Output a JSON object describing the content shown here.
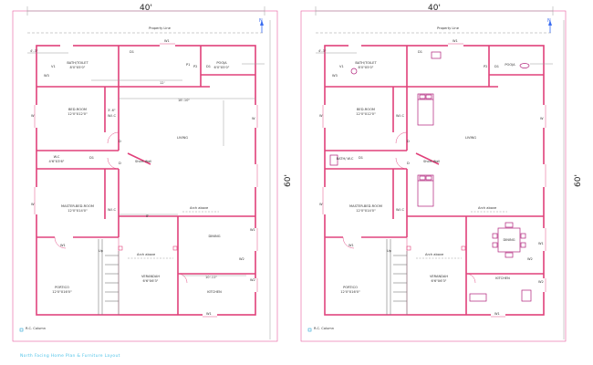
{
  "width_label": "40'",
  "depth_label": "60'",
  "property_line": "Property Line",
  "footer_title": "North Facing Home Plan & Furniture Layout",
  "north_label": "N",
  "plans": [
    {
      "id": "left",
      "rooms": [
        {
          "key": "bath_toilet",
          "name": "BATH/TOILET",
          "size": "8'0\"X5'0\""
        },
        {
          "key": "pooja",
          "name": "POOJA",
          "size": "6'0\"X5'0\""
        },
        {
          "key": "bedroom",
          "name": "BED-ROOM",
          "size": "12'0\"X12'0\""
        },
        {
          "key": "living",
          "name": "LIVING",
          "size": ""
        },
        {
          "key": "wc",
          "name": "W.C",
          "size": "4'6\"X3'6\""
        },
        {
          "key": "master",
          "name": "MASTER-BED-ROOM",
          "size": "12'0\"X14'0\""
        },
        {
          "key": "dining",
          "name": "DINING",
          "size": ""
        },
        {
          "key": "portico",
          "name": "PORTICO",
          "size": "12'0\"X16'0\""
        },
        {
          "key": "verandah",
          "name": "VERANDAH",
          "size": "6'6\"X6'3\""
        },
        {
          "key": "kitchen",
          "name": "KITCHEN",
          "size": ""
        }
      ],
      "notes": {
        "short_wall": "Short Wall",
        "arch_above_1": "Arch above",
        "arch_above_2": "Arch above",
        "rc_column": "R.C. Column",
        "up": "Up",
        "wic1": "W.I.C",
        "wic2": "W.I.C",
        "dim_12": "12'",
        "dim_18": "18'-10\"",
        "dim_8": "8'",
        "dim_10": "10'-11\"",
        "dim_4": "4'-3\"",
        "dim_36": "3'-6\""
      },
      "openings": [
        "W1",
        "W1",
        "W1",
        "W1",
        "W2",
        "W2",
        "W3",
        "D1",
        "D1",
        "D1",
        "P1",
        "P2",
        "V1",
        "D",
        "D",
        "W",
        "W",
        "W"
      ]
    },
    {
      "id": "right",
      "rooms": [
        {
          "key": "bath_toilet",
          "name": "BATH/TOILET",
          "size": "8'0\"X5'0\""
        },
        {
          "key": "pooja",
          "name": "POOJA",
          "size": ""
        },
        {
          "key": "bedroom",
          "name": "BED-ROOM",
          "size": "12'0\"X12'0\""
        },
        {
          "key": "living",
          "name": "LIVING",
          "size": ""
        },
        {
          "key": "wc",
          "name": "BATH/ W.C",
          "size": ""
        },
        {
          "key": "master",
          "name": "MASTER-BED-ROOM",
          "size": "12'0\"X14'0\""
        },
        {
          "key": "dining",
          "name": "DINING",
          "size": ""
        },
        {
          "key": "portico",
          "name": "PORTICO",
          "size": "12'0\"X16'0\""
        },
        {
          "key": "verandah",
          "name": "VERANDAH",
          "size": "6'6\"X6'3\""
        },
        {
          "key": "kitchen",
          "name": "KITCHEN",
          "size": ""
        }
      ],
      "notes": {
        "short_wall": "Short Wall",
        "arch_above_1": "Arch above",
        "arch_above_2": "Arch above",
        "rc_column": "R.C. Column",
        "up": "Up",
        "wic1": "W.I.C",
        "wic2": "W.I.C",
        "dim_12": "",
        "dim_18": "",
        "dim_8": "",
        "dim_10": "",
        "dim_4": "4'-3\"",
        "dim_36": ""
      },
      "openings": [
        "W1",
        "W1",
        "W1",
        "W1",
        "W2",
        "W2",
        "W3",
        "D1",
        "D1",
        "D1",
        "P1",
        "P2",
        "V1",
        "D",
        "D",
        "W",
        "W",
        "W"
      ]
    }
  ]
}
